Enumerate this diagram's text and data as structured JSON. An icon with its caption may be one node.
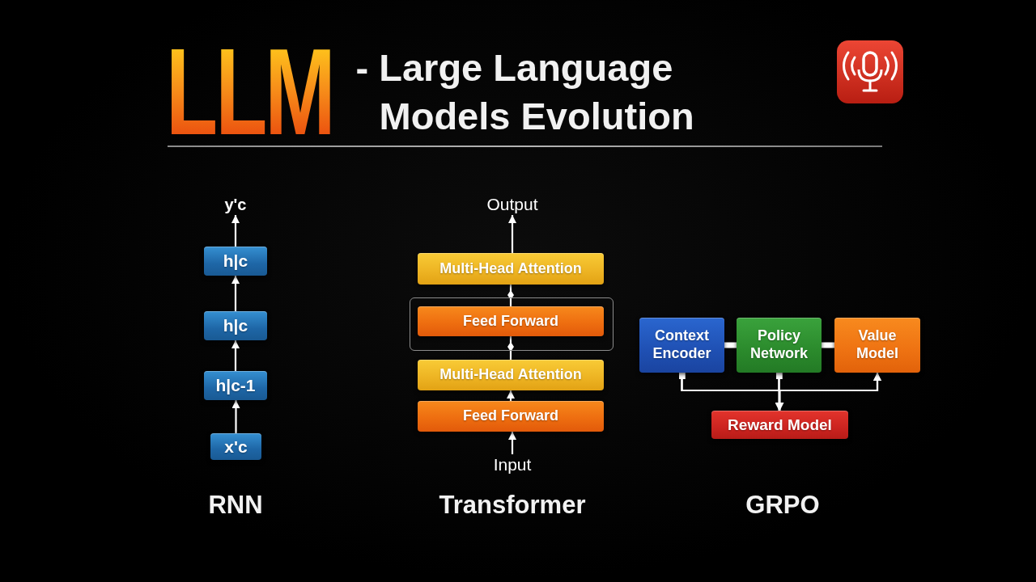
{
  "diagram": {
    "title": "LLM - Large Language Models Evolution",
    "nodes": [
      {
        "text": [
          "y'c"
        ]
      },
      {
        "text": [
          "h|c"
        ]
      },
      {
        "text": [
          "h|c"
        ]
      },
      {
        "text": [
          "h|c-1"
        ]
      },
      {
        "text": [
          "x'c"
        ]
      },
      {
        "text": [
          "Output"
        ]
      },
      {
        "text": [
          "Multi-Head Attention"
        ]
      },
      {
        "text": [],
        "shape": "box"
      },
      {
        "text": [
          "Feed Forward"
        ],
        "in": 7
      },
      {
        "text": [
          "Multi-Head Attention"
        ]
      },
      {
        "text": [
          "Feed Forward"
        ]
      },
      {
        "text": [
          "Input"
        ]
      },
      {
        "text": [
          "Context Encoder"
        ]
      },
      {
        "text": [
          "Policy Network"
        ]
      },
      {
        "text": [
          "Value Model"
        ]
      },
      {
        "text": [
          "Reward Model"
        ]
      }
    ],
    "edges": [
      {
        "from": 4,
        "to": 3,
        "arrow": "to"
      },
      {
        "from": 3,
        "to": 2,
        "arrow": "to"
      },
      {
        "from": 2,
        "to": 1,
        "arrow": "to"
      },
      {
        "from": 1,
        "to": 0,
        "arrow": "to"
      },
      {
        "from": 11,
        "to": 10,
        "arrow": "to"
      },
      {
        "from": 10,
        "to": 9,
        "arrow": "to"
      },
      {
        "from": 9,
        "to": 8,
        "arrow": "other"
      },
      {
        "from": 8,
        "to": 6,
        "arrow": "other"
      },
      {
        "from": 6,
        "to": 5,
        "arrow": "to"
      },
      {
        "from": 12,
        "to": 13,
        "arrow": "none",
        "style": "thick"
      },
      {
        "from": 13,
        "to": 14,
        "arrow": "none",
        "style": "thick"
      },
      {
        "from": 12,
        "to": 14,
        "arrow": "to"
      },
      {
        "from": 12,
        "to": 15,
        "arrow": "to"
      },
      {
        "from": 13,
        "to": 15,
        "arrow": "to"
      },
      {
        "from": 13,
        "to": 14,
        "arrow": "to"
      }
    ],
    "labels": [
      "RNN",
      "Transformer",
      "GRPO"
    ]
  }
}
